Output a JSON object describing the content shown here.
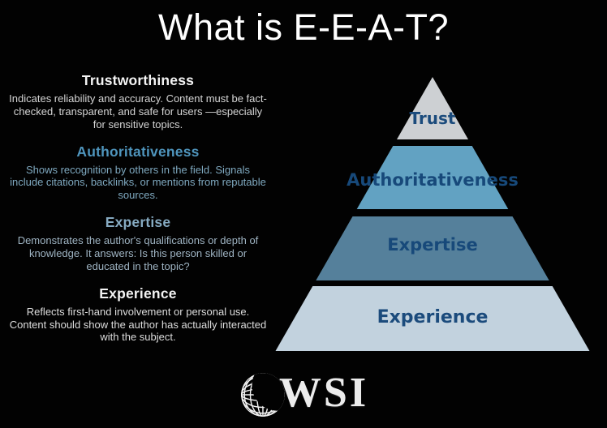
{
  "title": "What is E-E-A-T?",
  "sections": [
    {
      "heading": "Trustworthiness",
      "body": "Indicates reliability and accuracy. Content must be fact-checked, transparent, and safe for users —especially for sensitive topics.",
      "heading_color": "#f4f4f4",
      "body_color": "#d6d6d6"
    },
    {
      "heading": "Authoritativeness",
      "body": "Shows recognition by others in the field. Signals include citations, backlinks, or mentions from reputable sources.",
      "heading_color": "#4f95bd",
      "body_color": "#7fa9c0"
    },
    {
      "heading": "Expertise",
      "body": "Demonstrates the author's qualifications or depth of knowledge. It answers: Is this person skilled or educated in the topic?",
      "heading_color": "#86aac1",
      "body_color": "#9fb4c3"
    },
    {
      "heading": "Experience",
      "body": "Reflects first-hand involvement or personal use. Content should show the author has actually interacted with the subject.",
      "heading_color": "#f4f4f4",
      "body_color": "#dddddd"
    }
  ],
  "pyramid": {
    "levels": [
      {
        "label": "Trust",
        "fill": "#cdd0d3",
        "label_color": "#1b4b7c"
      },
      {
        "label": "Authoritativeness",
        "fill": "#62a2c2",
        "label_color": "#17497a"
      },
      {
        "label": "Expertise",
        "fill": "#55809b",
        "label_color": "#17497a"
      },
      {
        "label": "Experience",
        "fill": "#c2d2de",
        "label_color": "#1b4b7c"
      }
    ]
  },
  "logo": {
    "text": "WSI",
    "icon": "globe-icon"
  }
}
